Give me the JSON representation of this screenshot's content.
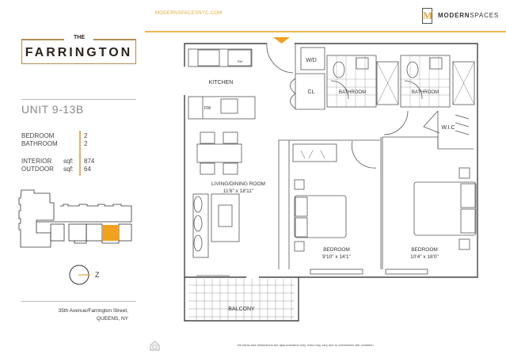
{
  "header": {
    "website": "MODERNSPACESNYC.COM",
    "brand_mark": "M",
    "brand_bold": "MODERN",
    "brand_light": "SPACES"
  },
  "building": {
    "the": "THE",
    "name": "FARRINGTON"
  },
  "unit": {
    "title": "UNIT 9-13B"
  },
  "specs": [
    {
      "label": "BEDROOM",
      "unit": "",
      "value": "2"
    },
    {
      "label": "BATHROOM",
      "unit": "",
      "value": "2"
    },
    {
      "label": "INTERIOR",
      "unit": "sqf:",
      "value": "874"
    },
    {
      "label": "OUTDOOR",
      "unit": "sqf:",
      "value": "64"
    }
  ],
  "compass": {
    "label": "Z"
  },
  "address": {
    "line1": "35th Avenue/Farrington Street,",
    "line2": "QUEENS, NY"
  },
  "floorplan": {
    "kitchen": "KITCHEN",
    "ref": "Ref",
    "dw": "DW",
    "wd": "W/D",
    "cl": "CL",
    "bathroom1": "BATHROOM",
    "bathroom2": "BATHROOM",
    "wic": "W.I.C",
    "living": "LIVING/DINING ROOM",
    "living_dim": "11'6\" x 18'11\"",
    "bedroom1": "BEDROOM",
    "bedroom1_dim": "9'10\" x 14'1\"",
    "bedroom2": "BEDROOM",
    "bedroom2_dim": "10'4\" x 18'0\"",
    "balcony": "BALCONY"
  },
  "disclaimer": "All areas and dimensions are approximation only. Area may vary due to unforeseen site condition",
  "colors": {
    "accent": "#e0a93a",
    "highlight": "#f0a21f",
    "logo_brown": "#b08d57"
  }
}
